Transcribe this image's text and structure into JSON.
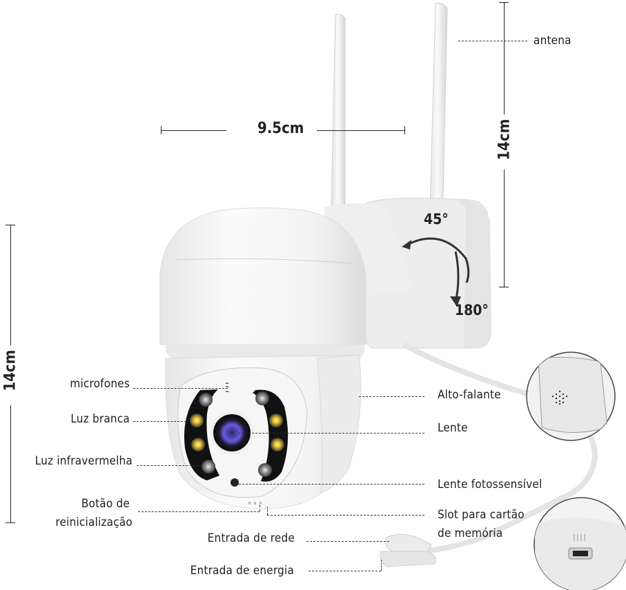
{
  "dimensions": {
    "width": "9.5cm",
    "antenna_height": "14cm",
    "body_height": "14cm",
    "tilt_angle": "45°",
    "pan_angle": "180°"
  },
  "labels_left": {
    "microphones": "microfones",
    "white_light": "Luz branca",
    "infrared_light": "Luz infravermelha",
    "reset_button_line1": "Botão de",
    "reset_button_line2": "reinicialização",
    "network_input": "Entrada de rede",
    "power_input": "Entrada de energia"
  },
  "labels_right": {
    "antenna": "antena",
    "speaker": "Alto-falante",
    "lens": "Lente",
    "photosensitive_lens": "Lente fotossensível",
    "memory_slot_line1": "Slot para cartão",
    "memory_slot_line2": "de memória"
  },
  "colors": {
    "body": "#f2f2f2",
    "shadow": "#d9d9d9",
    "led_white": "#9a9a9a",
    "led_yellow": "#e3c233",
    "lens": "#5a4fd0",
    "text": "#1e1e1e"
  }
}
